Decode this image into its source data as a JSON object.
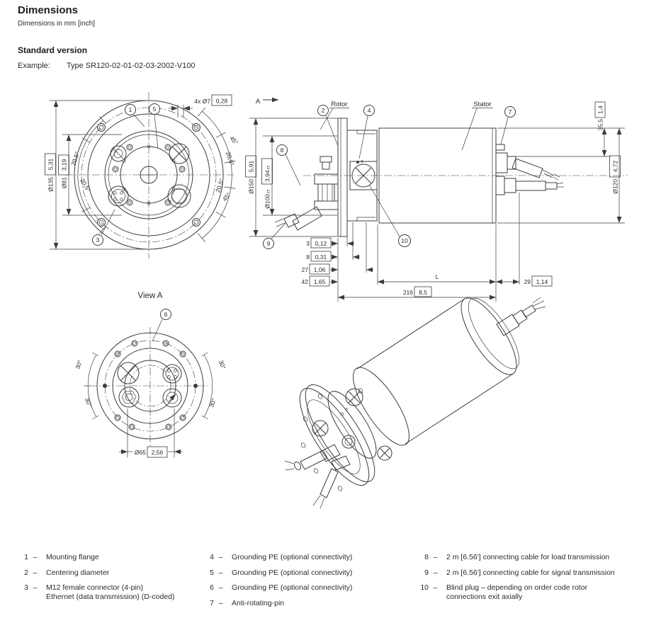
{
  "header": {
    "title": "Dimensions",
    "unit_note": "Dimensions in mm [inch]",
    "section": "Standard version",
    "example_label": "Example:",
    "example_value": "Type SR120-02-01-02-03-2002-V100"
  },
  "front_view": {
    "balloon_1": "1",
    "balloon_3": "3",
    "balloon_5": "5",
    "dim_holes_mm": "4x Ø7",
    "dim_holes_inch": "0,28",
    "dim_flange_mm": "Ø135",
    "dim_flange_inch": "5,31",
    "dim_pitch_mm": "Ø81",
    "dim_pitch_inch": "3,19",
    "angle_45": "45°",
    "angle_205": "20,5°"
  },
  "side_view": {
    "view_arrow_label": "A",
    "rotor_label": "Rotor",
    "stator_label": "Stator",
    "balloon_2": "2",
    "balloon_4": "4",
    "balloon_7": "7",
    "balloon_8": "8",
    "balloon_9": "9",
    "balloon_10": "10",
    "dim_flange_dia_mm": "Ø150",
    "dim_flange_dia_inch": "5,91",
    "dim_centering_mm": "Ø100",
    "dim_centering_tol": "f7",
    "dim_centering_inch": "3,94",
    "dim_centering_inch_tol": "f7",
    "dim_offset_mm": "35,5",
    "dim_offset_inch": "1,4",
    "dim_stator_dia_mm": "Ø120",
    "dim_stator_dia_inch": "4,72",
    "dim_3_mm": "3",
    "dim_3_inch": "0,12",
    "dim_8_mm": "8",
    "dim_8_inch": "0,31",
    "dim_27_mm": "27",
    "dim_27_inch": "1,06",
    "dim_42_mm": "42",
    "dim_42_inch": "1,65",
    "dim_L": "L",
    "dim_216_mm": "216",
    "dim_216_inch": "8,5",
    "dim_29_mm": "29",
    "dim_29_inch": "1,14"
  },
  "view_a": {
    "title": "View A",
    "balloon_6": "6",
    "angle_30": "30°",
    "dim_bc_mm": "Ø65",
    "dim_bc_inch": "2,56"
  },
  "legend": {
    "col1": [
      {
        "num": "1",
        "sep": "–",
        "text": "Mounting flange"
      },
      {
        "num": "2",
        "sep": "–",
        "text": "Centering diameter"
      },
      {
        "num": "3",
        "sep": "–",
        "text": "M12 female connector (4-pin)",
        "text2": "Ethernet (data transmission) (D-coded)"
      }
    ],
    "col2": [
      {
        "num": "4",
        "sep": "–",
        "text": "Grounding PE (optional connectivity)"
      },
      {
        "num": "5",
        "sep": "–",
        "text": "Grounding PE (optional connectivity)"
      },
      {
        "num": "6",
        "sep": "–",
        "text": "Grounding PE (optional connectivity)"
      },
      {
        "num": "7",
        "sep": "–",
        "text": "Anti-rotating-pin"
      }
    ],
    "col3": [
      {
        "num": "8",
        "sep": "–",
        "text": "2 m [6.56′] connecting cable for load transmission"
      },
      {
        "num": "9",
        "sep": "–",
        "text": "2 m [6.56′] connecting cable for signal transmission"
      },
      {
        "num": "10",
        "sep": "–",
        "text": "Blind plug – depending on order code rotor",
        "text2": "connections exit axially"
      }
    ]
  }
}
